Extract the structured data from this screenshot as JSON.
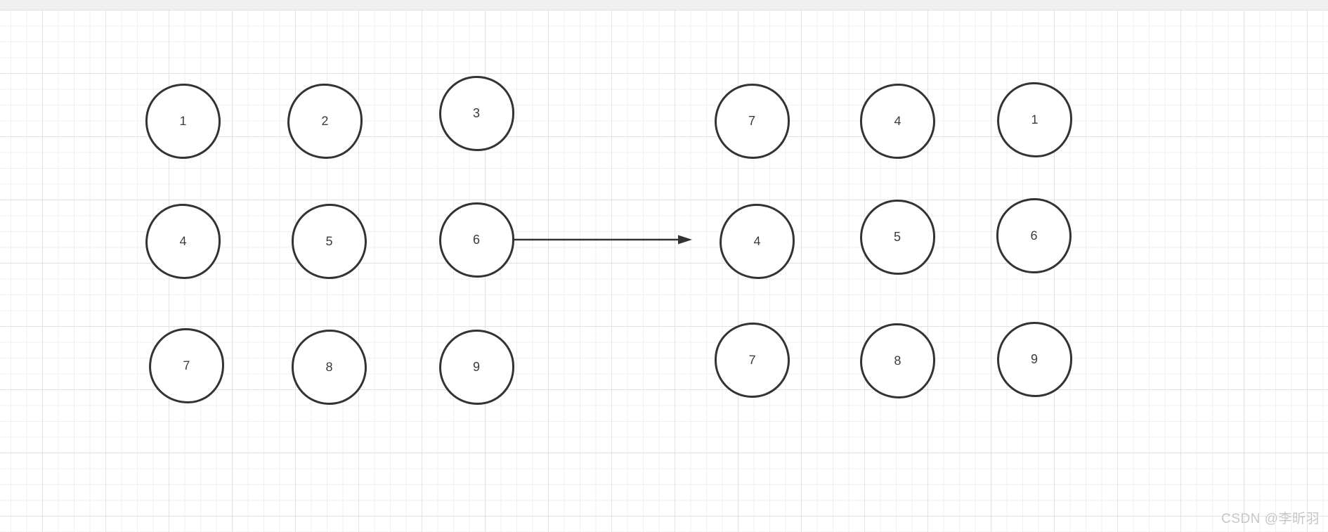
{
  "canvas": {
    "watermark": "CSDN @李昕羽"
  },
  "diagram": {
    "left_grid": {
      "rows": 3,
      "cols": 3,
      "cells": [
        "1",
        "2",
        "3",
        "4",
        "5",
        "6",
        "7",
        "8",
        "9"
      ]
    },
    "right_grid": {
      "rows": 3,
      "cols": 3,
      "cells": [
        "7",
        "4",
        "1",
        "4",
        "5",
        "6",
        "7",
        "8",
        "9"
      ]
    },
    "arrow": {
      "direction": "right"
    }
  },
  "colors": {
    "canvas_bg": "#ffffff",
    "top_bar": "#f0f0f0",
    "grid_minor_line": "#efefef",
    "grid_major_line": "#e2e2e2",
    "shape_stroke": "#333333",
    "shape_fill": "#ffffff",
    "label_text": "#3a3a3a",
    "watermark_text": "#c6c6c6"
  }
}
